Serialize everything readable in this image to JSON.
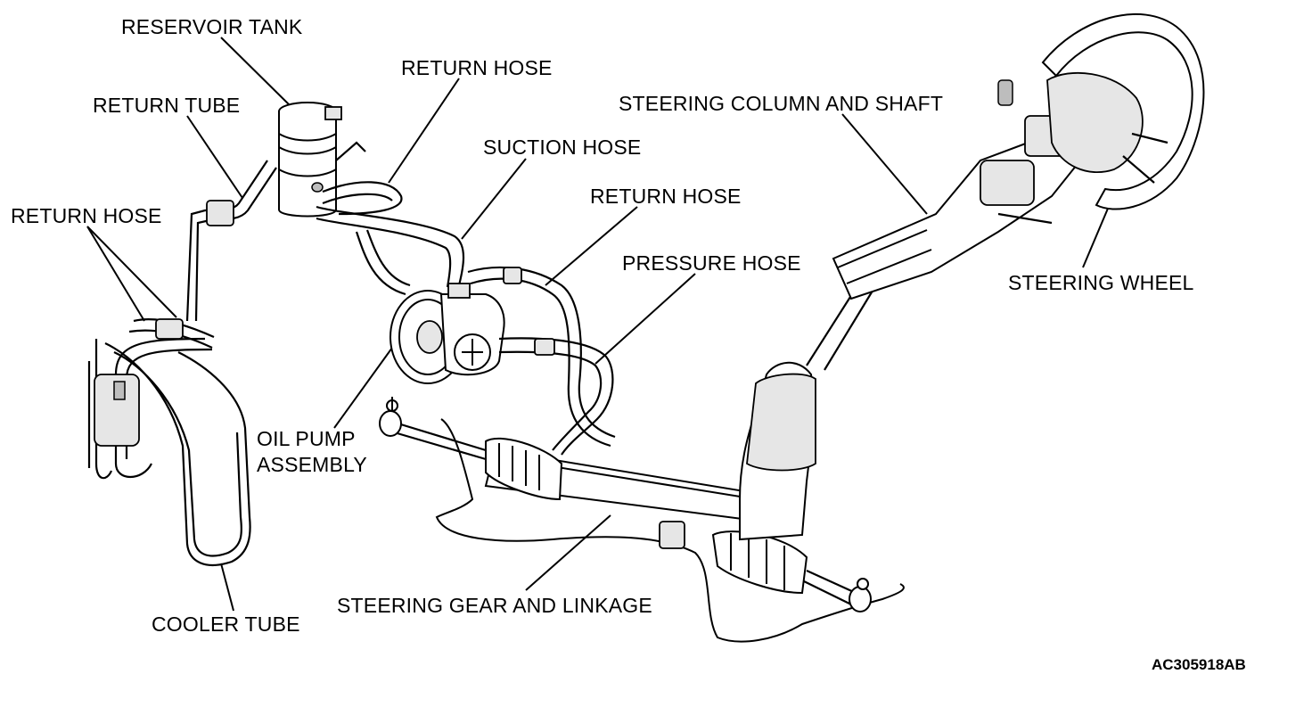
{
  "labels": {
    "reservoir_tank": "RESERVOIR TANK",
    "return_tube": "RETURN TUBE",
    "return_hose_top": "RETURN HOSE",
    "suction_hose": "SUCTION HOSE",
    "return_hose_mid": "RETURN HOSE",
    "steering_column": "STEERING COLUMN AND SHAFT",
    "return_hose_left": "RETURN HOSE",
    "pressure_hose": "PRESSURE HOSE",
    "steering_wheel": "STEERING WHEEL",
    "oil_pump_line1": "OIL PUMP",
    "oil_pump_line2": "ASSEMBLY",
    "steering_gear": "STEERING GEAR AND LINKAGE",
    "cooler_tube": "COOLER TUBE"
  },
  "figure_code": "AC305918AB",
  "colors": {
    "line": "#000000",
    "background": "#ffffff",
    "shade": "#e6e6e6"
  }
}
